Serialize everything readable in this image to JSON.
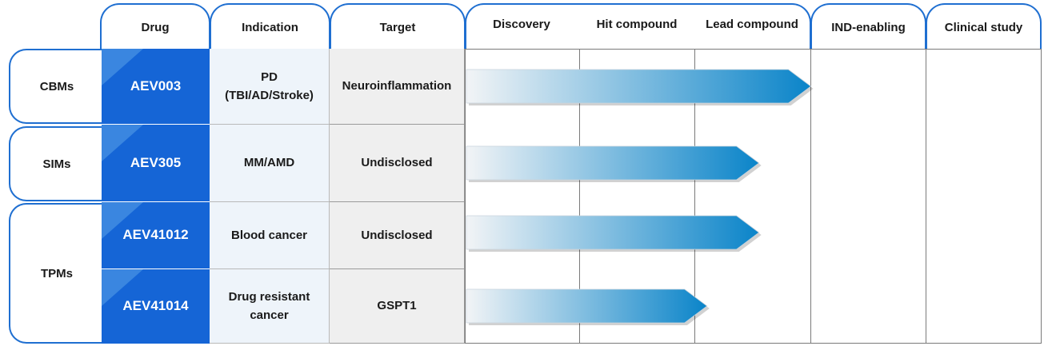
{
  "columns": {
    "drug": "Drug",
    "indication": "Indication",
    "target": "Target",
    "stages": [
      "Discovery",
      "Hit compound",
      "Lead compound",
      "IND-enabling",
      "Clinical study"
    ]
  },
  "categories": [
    {
      "label": "CBMs"
    },
    {
      "label": "SIMs"
    },
    {
      "label": "TPMs"
    }
  ],
  "rows": [
    {
      "drug": "AEV003",
      "indication_line1": "PD",
      "indication_line2": "(TBI/AD/Stroke)",
      "target": "Neuroinflammation",
      "progress_stage": 3
    },
    {
      "drug": "AEV305",
      "indication_line1": "MM/AMD",
      "indication_line2": "",
      "target": "Undisclosed",
      "progress_stage": 2.55
    },
    {
      "drug": "AEV41012",
      "indication_line1": "Blood cancer",
      "indication_line2": "",
      "target": "Undisclosed",
      "progress_stage": 2.55
    },
    {
      "drug": "AEV41014",
      "indication_line1": "Drug resistant",
      "indication_line2": "cancer",
      "target": "GSPT1",
      "progress_stage": 2.1
    }
  ],
  "colors": {
    "accent": "#1f6fd1",
    "drug_cell": "#1565d6",
    "arrow_start": "#f2f4f6",
    "arrow_end": "#0a84c9"
  }
}
